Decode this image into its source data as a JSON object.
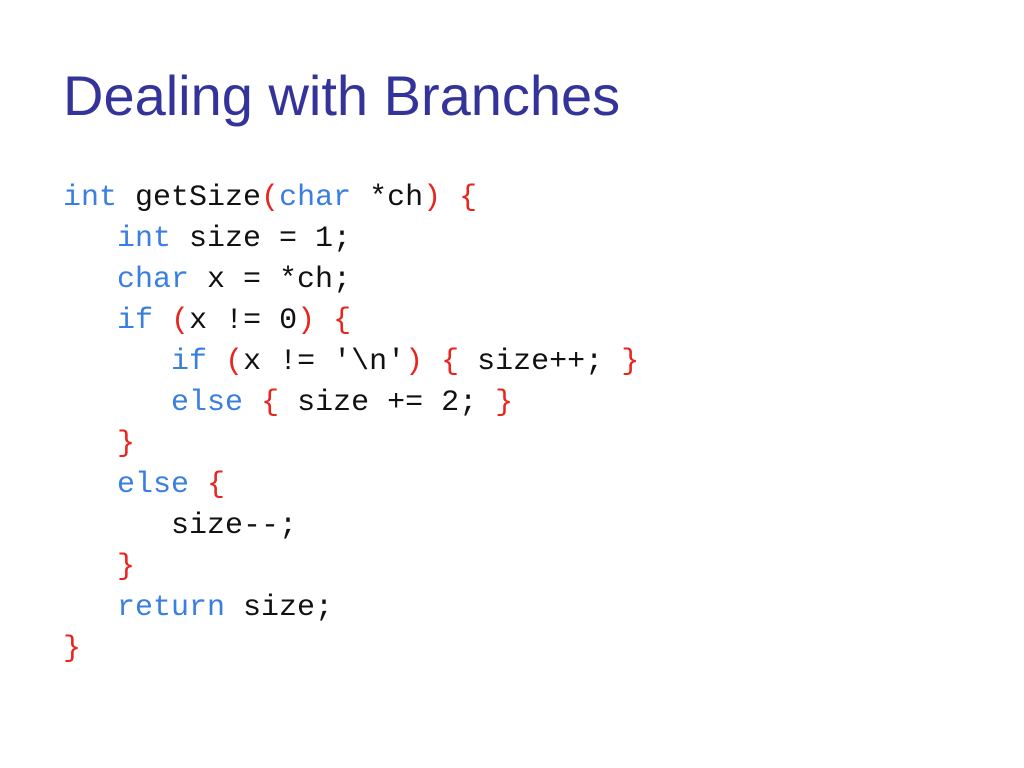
{
  "slide": {
    "title": "Dealing with Branches"
  },
  "colors": {
    "title": "#333399",
    "keyword": "#3a7fe0",
    "bracket": "#e8241e",
    "text": "#111111",
    "background": "#ffffff"
  },
  "code": {
    "lines": [
      {
        "indent": 0,
        "tokens": [
          {
            "t": "kw",
            "v": "int"
          },
          {
            "t": "tx",
            "v": " getSize"
          },
          {
            "t": "br",
            "v": "("
          },
          {
            "t": "kw",
            "v": "char"
          },
          {
            "t": "tx",
            "v": " *ch"
          },
          {
            "t": "br",
            "v": ")"
          },
          {
            "t": "tx",
            "v": " "
          },
          {
            "t": "br",
            "v": "{"
          }
        ]
      },
      {
        "indent": 1,
        "tokens": [
          {
            "t": "kw",
            "v": "int"
          },
          {
            "t": "tx",
            "v": " size = 1;"
          }
        ]
      },
      {
        "indent": 1,
        "tokens": [
          {
            "t": "kw",
            "v": "char"
          },
          {
            "t": "tx",
            "v": " x = *ch;"
          }
        ]
      },
      {
        "indent": 1,
        "tokens": [
          {
            "t": "kw",
            "v": "if"
          },
          {
            "t": "tx",
            "v": " "
          },
          {
            "t": "br",
            "v": "("
          },
          {
            "t": "tx",
            "v": "x != 0"
          },
          {
            "t": "br",
            "v": ")"
          },
          {
            "t": "tx",
            "v": " "
          },
          {
            "t": "br",
            "v": "{"
          }
        ]
      },
      {
        "indent": 2,
        "tokens": [
          {
            "t": "kw",
            "v": "if"
          },
          {
            "t": "tx",
            "v": " "
          },
          {
            "t": "br",
            "v": "("
          },
          {
            "t": "tx",
            "v": "x != '\\n'"
          },
          {
            "t": "br",
            "v": ")"
          },
          {
            "t": "tx",
            "v": " "
          },
          {
            "t": "br",
            "v": "{"
          },
          {
            "t": "tx",
            "v": " size++; "
          },
          {
            "t": "br",
            "v": "}"
          }
        ]
      },
      {
        "indent": 2,
        "tokens": [
          {
            "t": "kw",
            "v": "else"
          },
          {
            "t": "tx",
            "v": " "
          },
          {
            "t": "br",
            "v": "{"
          },
          {
            "t": "tx",
            "v": " size += 2; "
          },
          {
            "t": "br",
            "v": "}"
          }
        ]
      },
      {
        "indent": 1,
        "tokens": [
          {
            "t": "br",
            "v": "}"
          }
        ]
      },
      {
        "indent": 1,
        "tokens": [
          {
            "t": "kw",
            "v": "else"
          },
          {
            "t": "tx",
            "v": " "
          },
          {
            "t": "br",
            "v": "{"
          }
        ]
      },
      {
        "indent": 2,
        "tokens": [
          {
            "t": "tx",
            "v": "size--;"
          }
        ]
      },
      {
        "indent": 1,
        "tokens": [
          {
            "t": "br",
            "v": "}"
          }
        ]
      },
      {
        "indent": 1,
        "tokens": [
          {
            "t": "kw",
            "v": "return"
          },
          {
            "t": "tx",
            "v": " size;"
          }
        ]
      },
      {
        "indent": 0,
        "tokens": [
          {
            "t": "br",
            "v": "}"
          }
        ]
      }
    ]
  }
}
